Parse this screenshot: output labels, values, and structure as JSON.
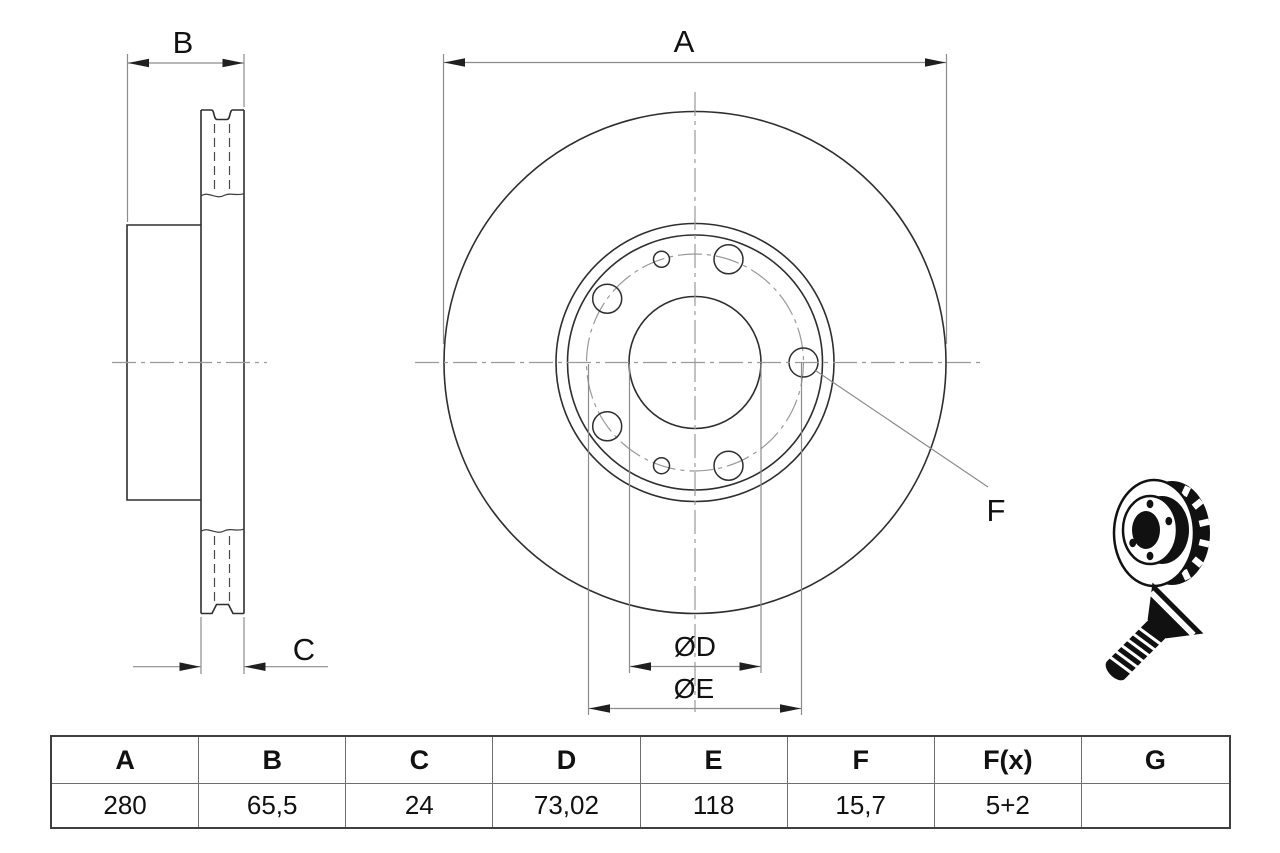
{
  "drawing": {
    "dim_labels": {
      "a": "A",
      "b": "B",
      "c": "C",
      "f": "F",
      "d": "ØD",
      "e": "ØE"
    }
  },
  "table": {
    "headers": [
      "A",
      "B",
      "C",
      "D",
      "E",
      "F",
      "F(x)",
      "G"
    ],
    "values": [
      "280",
      "65,5",
      "24",
      "73,02",
      "118",
      "15,7",
      "5+2",
      ""
    ]
  },
  "icons": {
    "disc": "brake-disc-3d-icon",
    "screw": "countersunk-screw-icon"
  },
  "colors": {
    "outline": "#2e2e2e",
    "dimension_line": "#8c8c8c",
    "centerline": "#999999",
    "arrowhead": "#1f1f1f",
    "text": "#111111",
    "table_border": "#3f3f3f",
    "background": "#ffffff"
  }
}
